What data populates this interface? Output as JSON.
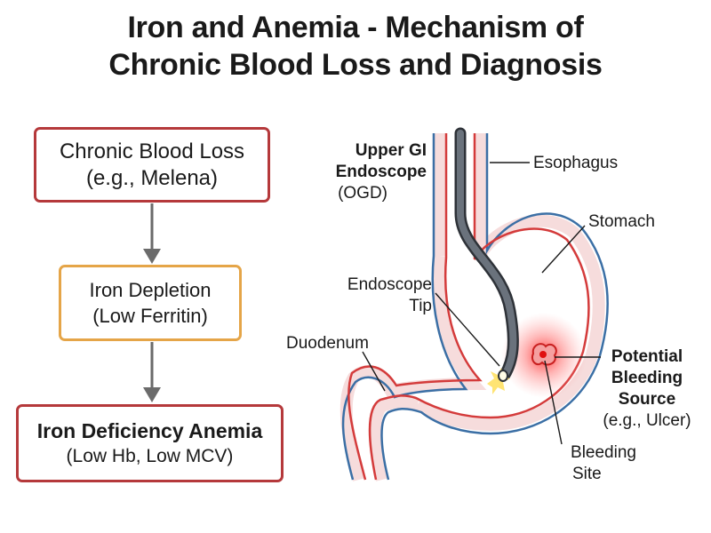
{
  "title": {
    "line1": "Iron and Anemia - Mechanism of",
    "line2": "Chronic Blood Loss and Diagnosis"
  },
  "flow": [
    {
      "line1": "Chronic Blood Loss",
      "line2": "(e.g., Melena)"
    },
    {
      "line1": "Iron Depletion",
      "line2": "(Low Ferritin)"
    },
    {
      "line1": "Iron Deficiency Anemia",
      "line2": "(Low Hb, Low MCV)"
    }
  ],
  "labels": {
    "endoscope": {
      "line1": "Upper GI",
      "line2": "Endoscope",
      "line3": "(OGD)"
    },
    "esophagus": "Esophagus",
    "stomach": "Stomach",
    "endoscope_tip": {
      "line1": "Endoscope",
      "line2": "Tip"
    },
    "duodenum": "Duodenum",
    "bleeding_source": {
      "line1": "Potential",
      "line2": "Bleeding",
      "line3": "Source",
      "line4": "(e.g., Ulcer)"
    },
    "bleeding_site": {
      "line1": "Bleeding",
      "line2": "Site"
    }
  },
  "colors": {
    "box_red": "#b5393b",
    "box_orange": "#e5a548",
    "arrow": "#6b6b6b",
    "mucosa_red": "#d43b3b",
    "serosa_blue": "#3b6fa5",
    "tissue_pink": "#f6dcdc",
    "scope_gray": "#5f6670"
  }
}
